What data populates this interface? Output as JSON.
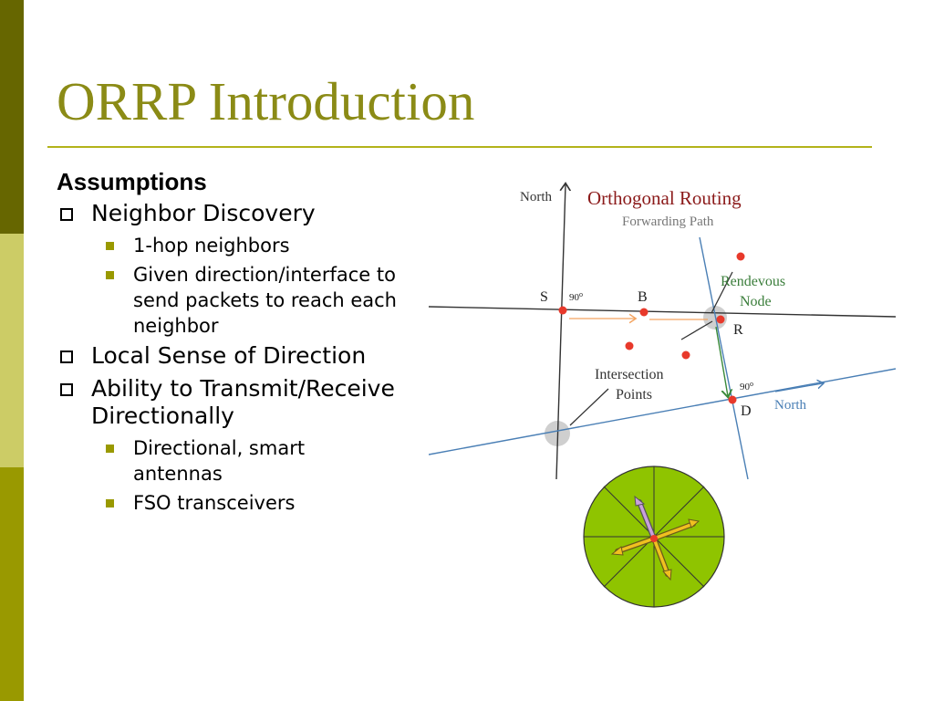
{
  "slide": {
    "title": "ORRP Introduction",
    "heading": "Assumptions",
    "bullets": [
      {
        "text": "Neighbor Discovery",
        "sub": [
          "1-hop neighbors",
          "Given direction/interface to send packets to reach each neighbor"
        ]
      },
      {
        "text": "Local Sense of Direction",
        "sub": []
      },
      {
        "text": "Ability to Transmit/Receive Directionally",
        "sub": [
          "Directional, smart antennas",
          "FSO transceivers"
        ]
      }
    ]
  },
  "diagram": {
    "title": "Orthogonal Routing",
    "subtitle": "Forwarding Path",
    "north_top": "North",
    "north_right": "North",
    "node_s": "S",
    "node_b": "B",
    "node_r": "R",
    "node_d": "D",
    "angle_1": "90",
    "angle_2": "90",
    "rendezvous_line1": "Rendevous",
    "rendezvous_line2": "Node",
    "intersection_line1": "Intersection",
    "intersection_line2": "Points"
  },
  "colors": {
    "sidebar_dark": "#666600",
    "sidebar_light": "#cccc66",
    "sidebar_mid": "#999900",
    "title": "#8b8b16",
    "diagram_title": "#8b1a1a",
    "rendezvous_label": "#3a7d3a",
    "north_blue": "#4a7fb5",
    "node_dot": "#e8392b",
    "compass_fill": "#8fc400"
  }
}
